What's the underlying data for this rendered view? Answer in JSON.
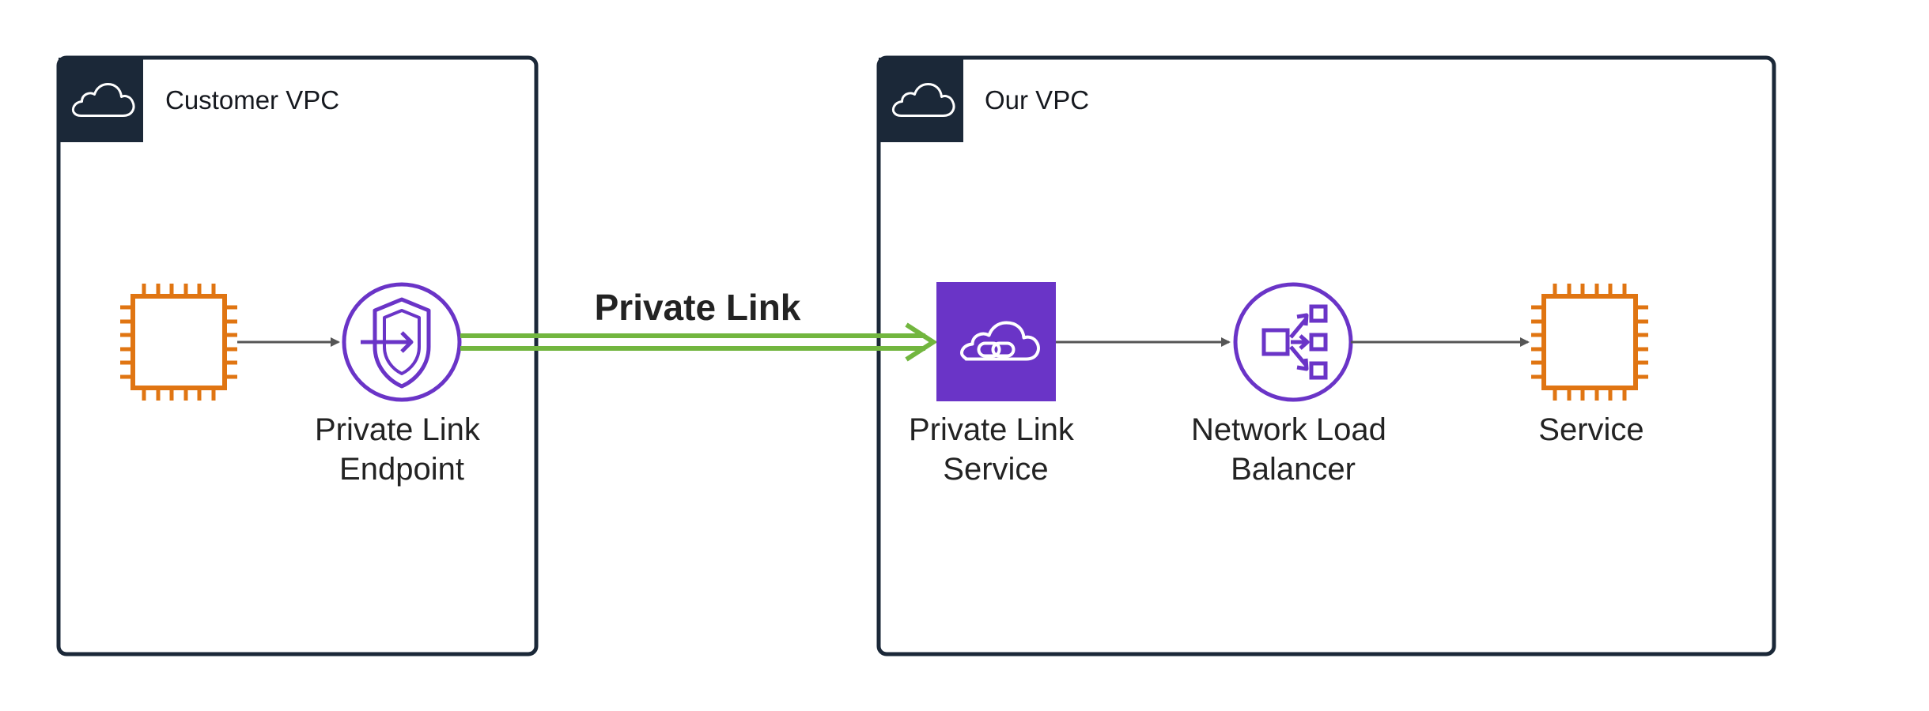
{
  "vpcs": {
    "customer": {
      "title": "Customer VPC",
      "icon": "cloud-icon"
    },
    "ours": {
      "title": "Our VPC",
      "icon": "cloud-icon"
    }
  },
  "nodes": {
    "customer_instance": {
      "icon": "ec2-instance-icon"
    },
    "endpoint": {
      "icon": "privatelink-endpoint-icon",
      "label_line1": "Private Link",
      "label_line2": "Endpoint"
    },
    "service_endpoint": {
      "icon": "privatelink-service-icon",
      "label_line1": "Private Link",
      "label_line2": "Service"
    },
    "nlb": {
      "icon": "network-load-balancer-icon",
      "label_line1": "Network Load",
      "label_line2": "Balancer"
    },
    "service": {
      "icon": "ec2-instance-icon",
      "label_line1": "Service"
    }
  },
  "connections": {
    "private_link": {
      "label": "Private Link"
    }
  },
  "colors": {
    "vpc_border": "#1b2838",
    "vpc_header": "#1b2838",
    "compute": "#e07512",
    "privatelink": "#6a34c7",
    "link_green": "#72b63f",
    "arrow": "#555555"
  }
}
